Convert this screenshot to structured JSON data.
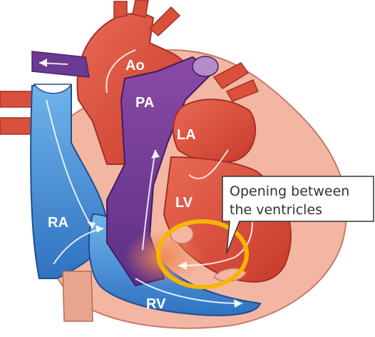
{
  "labels": {
    "ao": "Ao",
    "pa": "PA",
    "la": "LA",
    "lv": "LV",
    "ra": "RA",
    "rv": "RV"
  },
  "callout": {
    "line1": "Opening between",
    "line2": "the ventricles"
  },
  "colors": {
    "oxygenated": "#d9503c",
    "deoxygenated": "#4a8fd6",
    "mixed": "#7a3c8e",
    "wall": "#f2b6a3",
    "highlight": "#f7b500"
  }
}
